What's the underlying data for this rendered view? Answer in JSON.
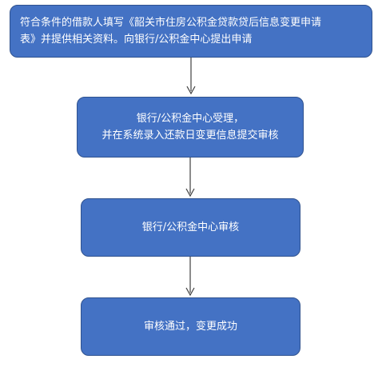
{
  "flowchart": {
    "steps": [
      {
        "id": "step-1",
        "lines": [
          "符合条件的借款人填写《韶关市住房公积金贷款贷后信息变更申请",
          "表》并提供相关资料。向银行/公积金中心提出申请"
        ]
      },
      {
        "id": "step-2",
        "lines": [
          "银行/公积金中心受理，",
          "并在系统录入还款日变更信息提交审核"
        ]
      },
      {
        "id": "step-3",
        "lines": [
          "银行/公积金中心审核"
        ]
      },
      {
        "id": "step-4",
        "lines": [
          "审核通过，变更成功"
        ]
      }
    ],
    "colors": {
      "box_fill": "#4472C4",
      "box_border": "#2F528F",
      "box_text": "#FFFFFF",
      "arrow": "#404040"
    }
  }
}
